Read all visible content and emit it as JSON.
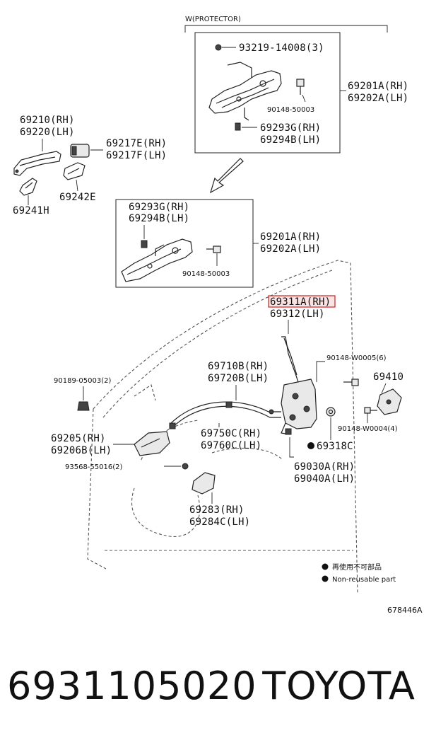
{
  "labels": {
    "protector": "W(PROTECTOR)",
    "p93219": "93219-14008(3)",
    "p90148_top": "90148-50003",
    "p69293g_top": "69293G(RH)",
    "p69294b_top": "69294B(LH)",
    "p69201a_top": "69201A(RH)",
    "p69202a_top": "69202A(LH)",
    "p69210": "69210(RH)",
    "p69220": "69220(LH)",
    "p69217e": "69217E(RH)",
    "p69217f": "69217F(LH)",
    "p69242e": "69242E",
    "p69241h": "69241H",
    "p69293g_mid": "69293G(RH)",
    "p69294b_mid": "69294B(LH)",
    "p90148_mid": "90148-50003",
    "p69201a_mid": "69201A(RH)",
    "p69202a_mid": "69202A(LH)",
    "p69311a": "69311A(RH)",
    "p69312": "69312(LH)",
    "p90148w5": "90148-W0005(6)",
    "p69410": "69410",
    "p69710b": "69710B(RH)",
    "p69720b": "69720B(LH)",
    "p90189": "90189-05003(2)",
    "p90148w4": "90148-W0004(4)",
    "p69318c": "69318C",
    "p69205": "69205(RH)",
    "p69206b": "69206B(LH)",
    "p69750c": "69750C(RH)",
    "p69760c": "69760C(LH)",
    "p93568": "93568-55016(2)",
    "p69030a": "69030A(RH)",
    "p69040a": "69040A(LH)",
    "p69283": "69283(RH)",
    "p69284c": "69284C(LH)"
  },
  "legend": {
    "note_jp": "再使用不可部品",
    "note_en": "Non-reusable part"
  },
  "diagram_code": "678446A",
  "footer": {
    "part_number": "6931105020",
    "brand": "TOYOTA"
  },
  "highlight_color": "#cc2222"
}
